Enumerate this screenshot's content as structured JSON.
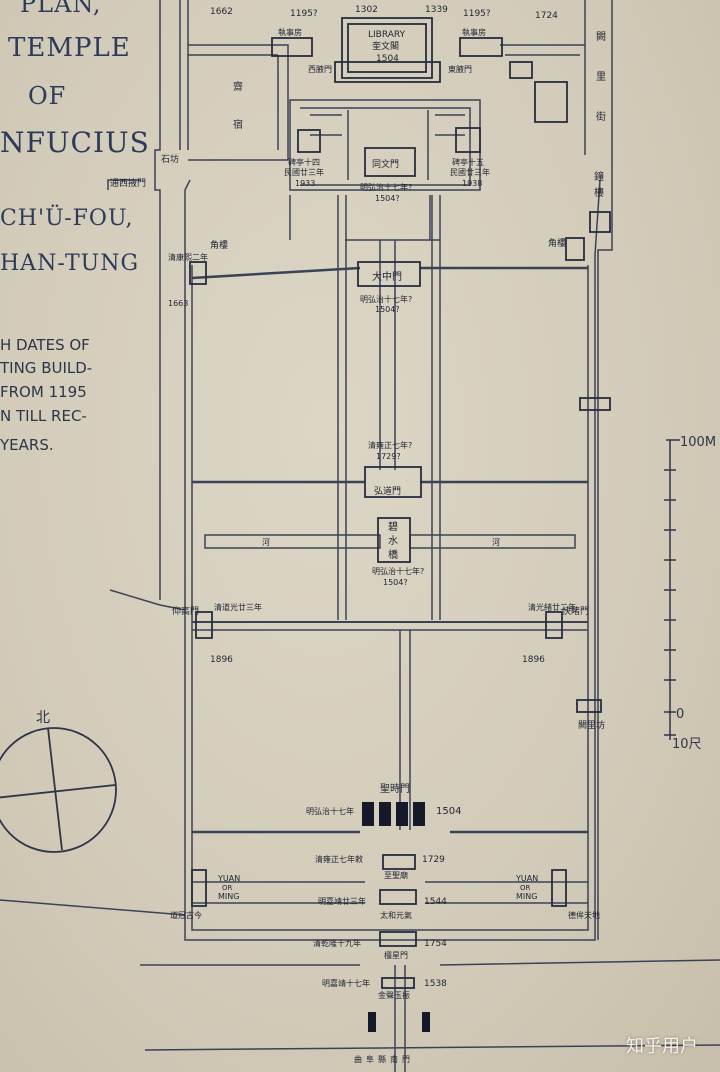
{
  "title": {
    "line1": "PLAN,",
    "line2": "TEMPLE",
    "line3": "OF",
    "line4": "NFUCIUS",
    "line5": "CH'Ü-FOU,",
    "line6": "HAN-TUNG"
  },
  "note": {
    "line1": "H DATES OF",
    "line2": "TING BUILD-",
    "line3": "FROM 1195",
    "line4": "N TILL REC-",
    "line5": "YEARS."
  },
  "scale": {
    "top": "100M",
    "zero": "0",
    "bottom": "10尺"
  },
  "north": {
    "label": "北"
  },
  "labels": {
    "top_dates": [
      "1662",
      "1195?",
      "1302",
      "1339",
      "1195?",
      "1724"
    ],
    "library": "LIBRARY",
    "library_cn": "奎文閣",
    "library_year": "1504",
    "west_gate": "西腋門",
    "east_gate": "東腋門",
    "west_office": "執事房",
    "east_office": "執事房",
    "zhai": "齋",
    "su": "宿",
    "stele_w": "碑亭十四",
    "stele_w_era": "民國廿三年",
    "stele_w_year": "1933",
    "stele_e": "碑亭十五",
    "stele_e_era": "民國廿三年",
    "stele_e_year": "1938",
    "tongwen": "同文門",
    "tongwen_era": "明弘治十七年?",
    "tongwen_year": "1504?",
    "west_lane": "通西掖門",
    "stone_arch": "石坊",
    "corner_w": "角樓",
    "corner_w_era": "清康熙二年",
    "corner_w_year": "1663",
    "corner_e": "角樓",
    "dazhong": "大中門",
    "dazhong_era": "明弘治十七年?",
    "dazhong_year": "1504?",
    "guandu_era": "清雍正七年?",
    "guandu_year": "1729?",
    "guandu": "弘道門",
    "bishui_1": "碧",
    "bishui_2": "水",
    "bishui_3": "橋",
    "bishui_era": "明弘治十七年?",
    "bishui_year": "1504?",
    "river_w": "河",
    "river_e": "河",
    "yanggao": "仰高門",
    "yanggao_era": "清道光廿三年",
    "yanggao_year": "1896",
    "kuaidu": "快睹門",
    "kuaidu_era": "清光緒廿二年",
    "kuaidu_year": "1896",
    "queli": "闕里坊",
    "east_street_1": "闕",
    "east_street_2": "里",
    "east_street_3": "街",
    "east_street_4": "鐘",
    "east_street_5": "樓",
    "shengshi": "聖時門",
    "shengshi_era": "明弘治十七年",
    "shengshi_year": "1504",
    "yuan_w": "YUAN",
    "or_w": "OR",
    "ming_w": "MING",
    "yuan_e": "YUAN",
    "or_e": "OR",
    "ming_e": "MING",
    "daoguan": "道冠古今",
    "deping": "德侔天地",
    "zhisheng_era": "清雍正七年敕",
    "zhisheng_year": "1729",
    "zhisheng": "至聖廟",
    "taihe_era": "明嘉靖廿三年",
    "taihe_year": "1544",
    "taihe": "太和元氣",
    "lingxing_era": "清乾隆十九年",
    "lingxing_year": "1754",
    "lingxing": "欞星門",
    "jinsheng_era": "明嘉靖十七年",
    "jinsheng_year": "1538",
    "jinsheng": "金聲玉振",
    "south_gate": "曲阜縣南門"
  },
  "watermark": "知乎用户"
}
